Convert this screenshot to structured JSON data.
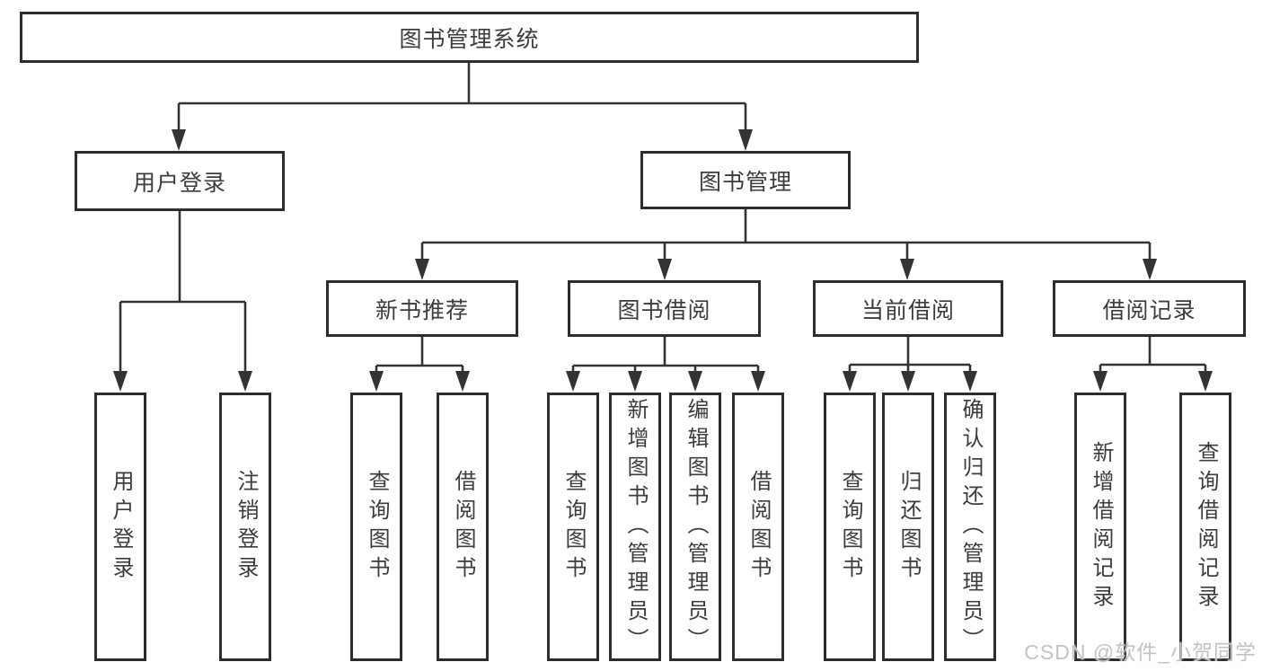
{
  "diagram": {
    "type": "hierarchy-tree",
    "root": {
      "label": "图书管理系统"
    },
    "branches": [
      {
        "label": "用户登录",
        "children": [
          {
            "label": "用户登录"
          },
          {
            "label": "注销登录"
          }
        ]
      },
      {
        "label": "图书管理",
        "children": [
          {
            "label": "新书推荐",
            "children": [
              {
                "label": "查询图书"
              },
              {
                "label": "借阅图书"
              }
            ]
          },
          {
            "label": "图书借阅",
            "children": [
              {
                "label": "查询图书"
              },
              {
                "label": "新增图书（管理员）"
              },
              {
                "label": "编辑图书（管理员）"
              },
              {
                "label": "借阅图书"
              }
            ]
          },
          {
            "label": "当前借阅",
            "children": [
              {
                "label": "查询图书"
              },
              {
                "label": "归还图书"
              },
              {
                "label": "确认归还（管理员）"
              }
            ]
          },
          {
            "label": "借阅记录",
            "children": [
              {
                "label": "新增借阅记录"
              },
              {
                "label": "查询借阅记录"
              }
            ]
          }
        ]
      }
    ]
  },
  "watermark": {
    "text": "CSDN @软件_小贺同学",
    "color": "#c3c3c3"
  },
  "colors": {
    "background": "#ffffff",
    "box_border": "#2d2d2d",
    "line": "#333333",
    "text": "#3c3c3c"
  }
}
